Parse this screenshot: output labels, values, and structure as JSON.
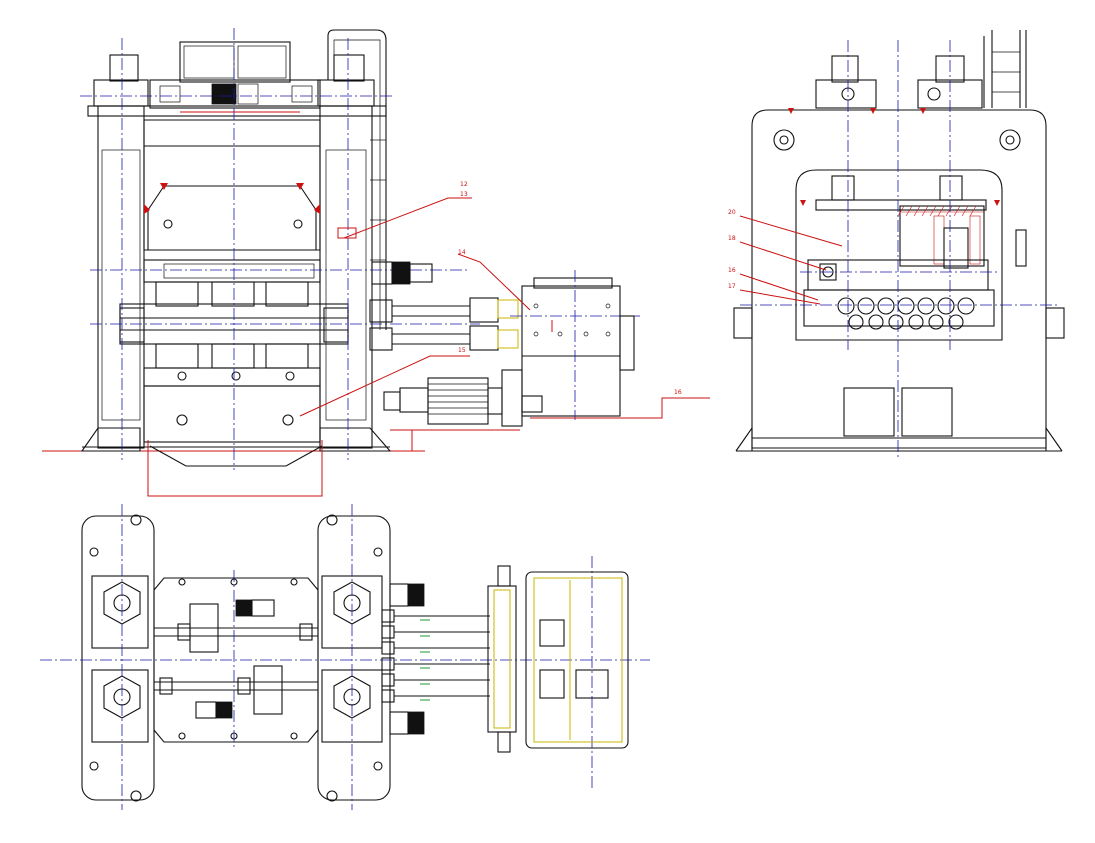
{
  "drawing": {
    "callouts": {
      "front": [
        {
          "id": "c12",
          "text": "12"
        },
        {
          "id": "c13",
          "text": "13"
        },
        {
          "id": "c14",
          "text": "14"
        },
        {
          "id": "c15",
          "text": "15"
        },
        {
          "id": "c16",
          "text": "16"
        }
      ],
      "side": [
        {
          "id": "c20",
          "text": "20"
        },
        {
          "id": "c18",
          "text": "18"
        },
        {
          "id": "c16s",
          "text": "16"
        },
        {
          "id": "c17",
          "text": "17"
        }
      ]
    },
    "colors": {
      "outline": "#111111",
      "centerline": "#1a1aa8",
      "annotation": "#cc1111",
      "highlight": "#c8b400",
      "secondary": "#1f9a3a",
      "background": "#ffffff"
    }
  }
}
